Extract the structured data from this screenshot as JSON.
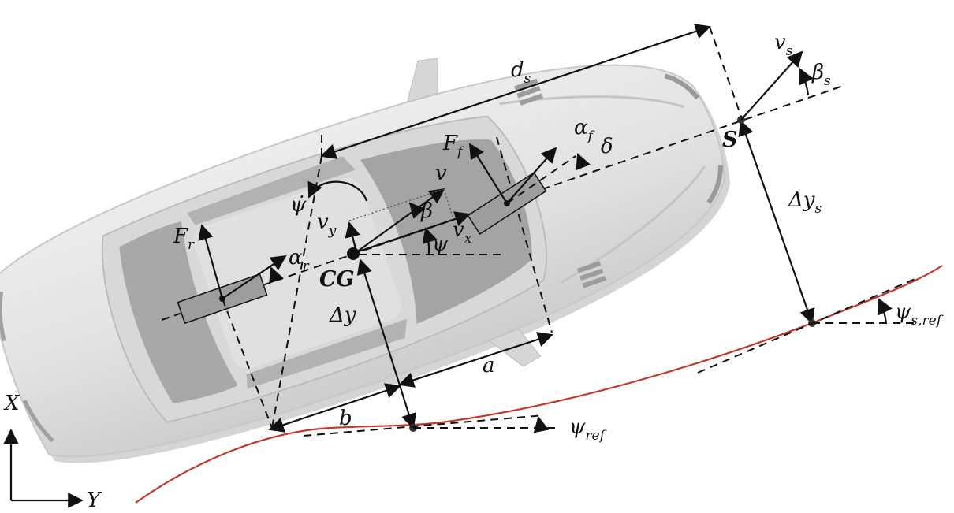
{
  "labels": {
    "ds": {
      "main": "d",
      "sub": "s"
    },
    "vs": {
      "main": "v",
      "sub": "s"
    },
    "beta_s": {
      "main": "β",
      "sub": "s"
    },
    "S": "S",
    "delta_ys": {
      "main": "Δy",
      "sub": "s"
    },
    "alpha_f": {
      "main": "α",
      "sub": "f"
    },
    "delta": "δ",
    "Ff": {
      "main": "F",
      "sub": "f"
    },
    "v": "v",
    "beta": "β",
    "psi": "ψ",
    "vx": {
      "main": "v",
      "sub": "x"
    },
    "vy": {
      "main": "v",
      "sub": "y"
    },
    "psi_dot": "ψ̇",
    "Fr": {
      "main": "F",
      "sub": "r"
    },
    "alpha_r": {
      "main": "α",
      "sub": "r"
    },
    "CG": "CG",
    "delta_y": "Δy",
    "a": "a",
    "b": "b",
    "psi_ref": {
      "main": "ψ",
      "sub": "ref"
    },
    "psi_s_ref": {
      "main": "ψ",
      "sub": "s,ref"
    },
    "X": "X",
    "Y": "Y"
  },
  "colors": {
    "car_body": "#e6e6e6",
    "car_shade": "#cfcfcf",
    "glass": "#a9a9a9",
    "reference_path": "#c0392b",
    "wheel": "#9a9a9a",
    "ink": "#111111"
  }
}
